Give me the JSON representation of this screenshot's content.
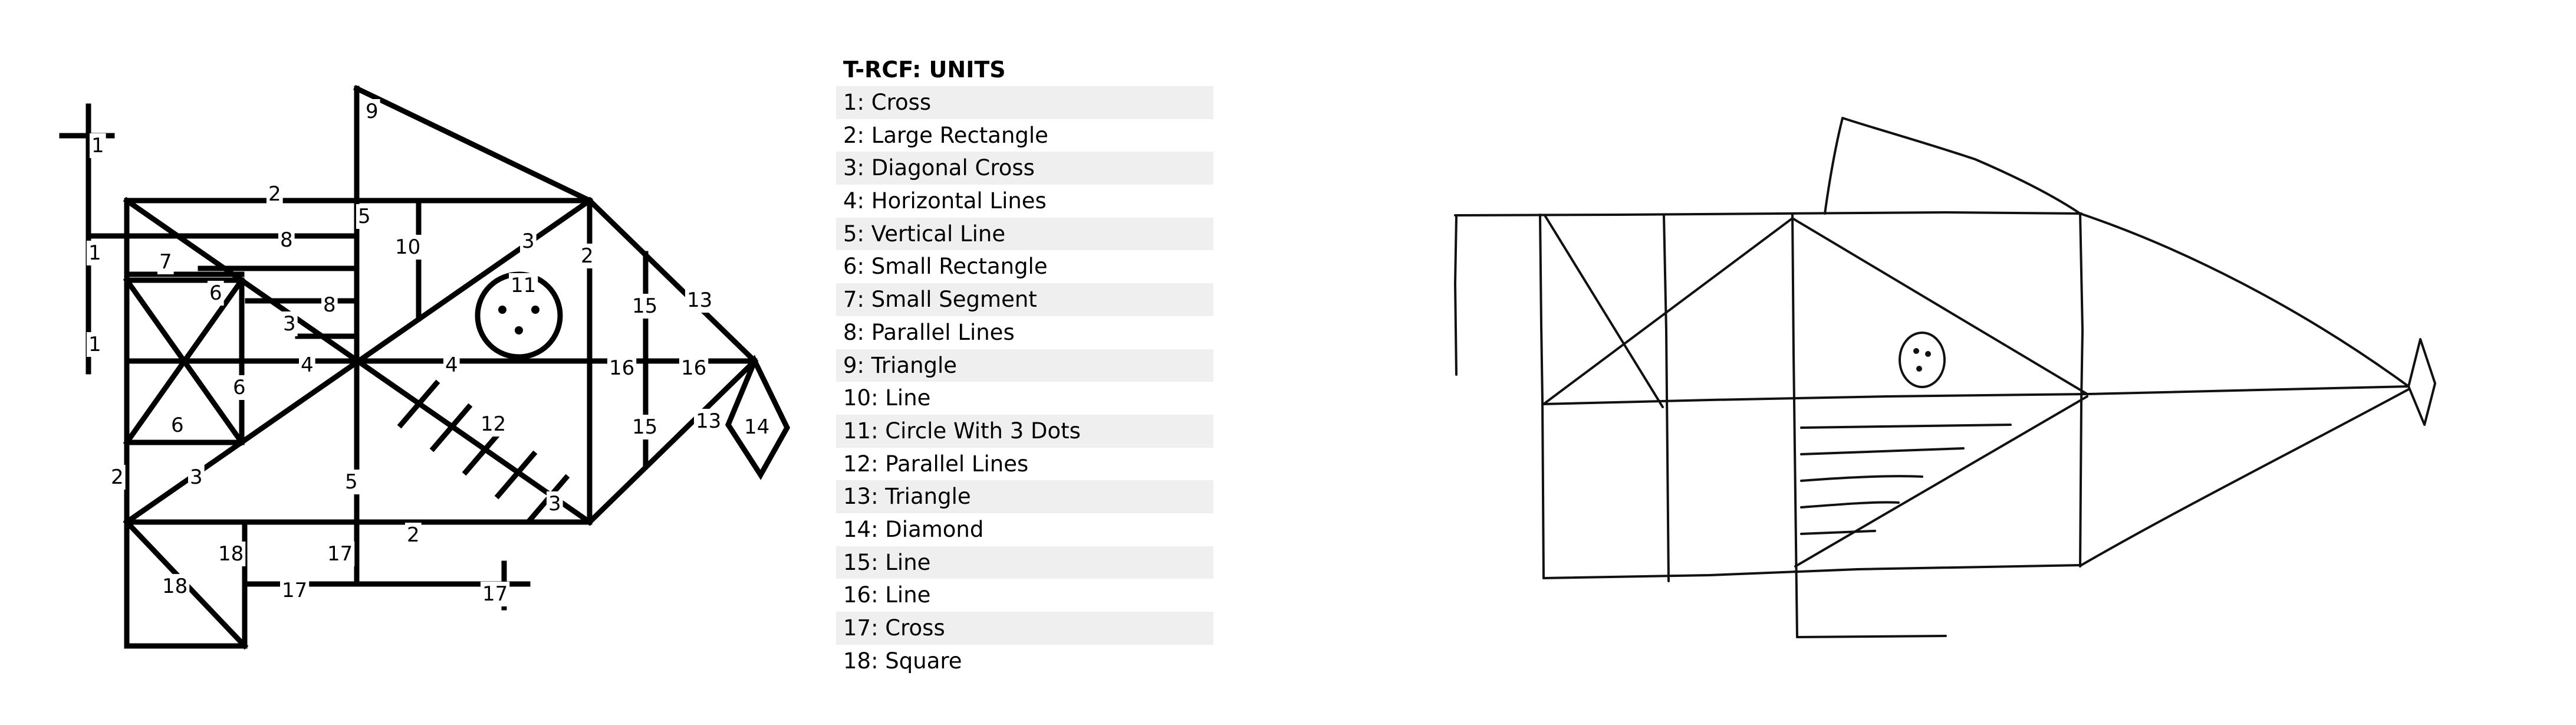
{
  "figure_labels": {
    "cross": "1",
    "large_rectangle": "2",
    "diagonal_cross": "3",
    "horizontal_lines": "4",
    "vertical_line": "5",
    "small_rectangle": "6",
    "small_segment": "7",
    "parallel_lines_8": "8",
    "triangle_9": "9",
    "line_10": "10",
    "circle_3_dots": "11",
    "parallel_lines_12": "12",
    "triangle_13": "13",
    "diamond": "14",
    "line_15": "15",
    "line_16": "16",
    "cross_17": "17",
    "square": "18"
  },
  "legend": {
    "title": "T-RCF: UNITS",
    "items": [
      "1: Cross",
      "2: Large Rectangle",
      "3: Diagonal Cross",
      "4: Horizontal Lines",
      "5: Vertical Line",
      "6: Small Rectangle",
      "7: Small Segment",
      "8: Parallel Lines",
      "9: Triangle",
      "10: Line",
      "11: Circle With 3 Dots",
      "12: Parallel Lines",
      "13: Triangle",
      "14: Diamond",
      "15: Line",
      "16: Line",
      "17: Cross",
      "18: Square"
    ]
  }
}
